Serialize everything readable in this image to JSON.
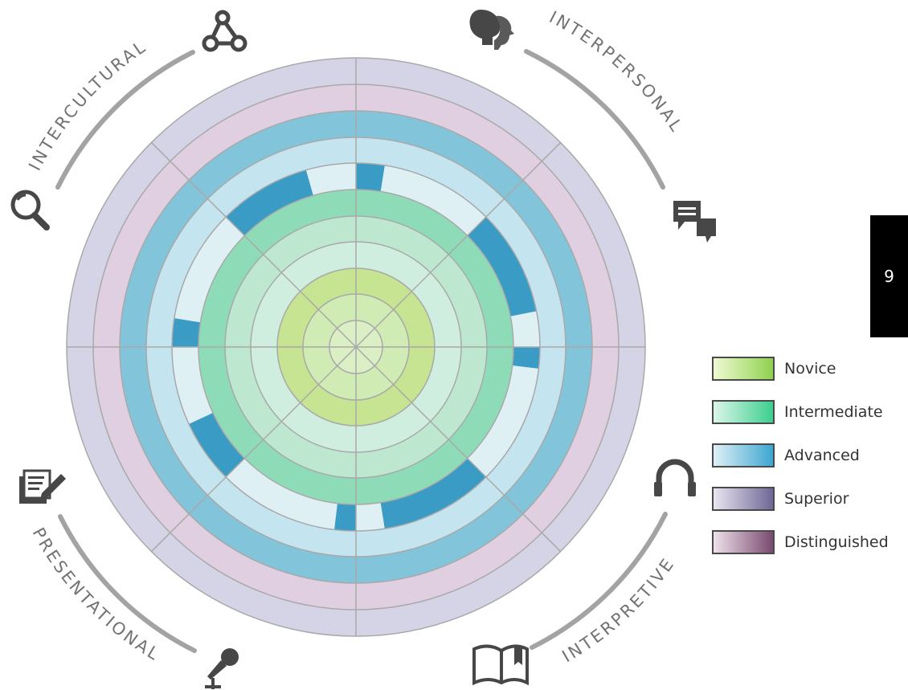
{
  "diagram": {
    "rings_inner_to_outer": [
      "Novice",
      "Novice",
      "Novice",
      "Intermediate",
      "Intermediate",
      "Intermediate",
      "Advanced",
      "Advanced",
      "Advanced",
      "Superior",
      "Distinguished"
    ],
    "sections": 8,
    "ring_colors": [
      "#dbefc4",
      "#d1ebb4",
      "#c6e491",
      "#cfeee0",
      "#bde7cf",
      "#8edbb8",
      "#dff0f4",
      "#c4e4ef",
      "#82c4da",
      "#e0cfe0",
      "#d5d3e6"
    ],
    "highlight_color": "#3a9bc5",
    "divider_color": "#a9a9a9",
    "highlights": [
      {
        "ring": 6,
        "section": 0,
        "fraction": 0.2
      },
      {
        "ring": 6,
        "section": 1,
        "fraction": 0.75
      },
      {
        "ring": 6,
        "section": 2,
        "fraction": 0.15
      },
      {
        "ring": 6,
        "section": 3,
        "fraction": 0.8
      },
      {
        "ring": 6,
        "section": 4,
        "fraction": 0.15
      },
      {
        "ring": 6,
        "section": 5,
        "fraction": 0.45
      },
      {
        "ring": 6,
        "section": 6,
        "fraction": 0.2
      },
      {
        "ring": 6,
        "section": 7,
        "fraction": 0.65
      }
    ],
    "modes": [
      {
        "label": "INTERPERSONAL",
        "icon": "interpersonal-icon"
      },
      {
        "label": "INTERPRETIVE",
        "icon": "interpretive-icon"
      },
      {
        "label": "PRESENTATIONAL",
        "icon": "presentational-icon"
      },
      {
        "label": "INTERCULTURAL",
        "icon": "intercultural-icon"
      }
    ],
    "icons": [
      "speaking-heads-icon",
      "chat-bubbles-icon",
      "headphones-icon",
      "open-book-icon",
      "microphone-icon",
      "edit-document-icon",
      "magnifier-icon",
      "network-nodes-icon"
    ]
  },
  "legend": [
    {
      "label": "Novice",
      "color_light": "#effad2",
      "color_dark": "#8fd14f"
    },
    {
      "label": "Intermediate",
      "color_light": "#dcf5ea",
      "color_dark": "#3ccf8e"
    },
    {
      "label": "Advanced",
      "color_light": "#dff0f7",
      "color_dark": "#3ca6cf"
    },
    {
      "label": "Superior",
      "color_light": "#e9e5f0",
      "color_dark": "#6f6796"
    },
    {
      "label": "Distinguished",
      "color_light": "#eee1ea",
      "color_dark": "#7a4a70"
    }
  ],
  "page_tab": {
    "number": "9"
  }
}
